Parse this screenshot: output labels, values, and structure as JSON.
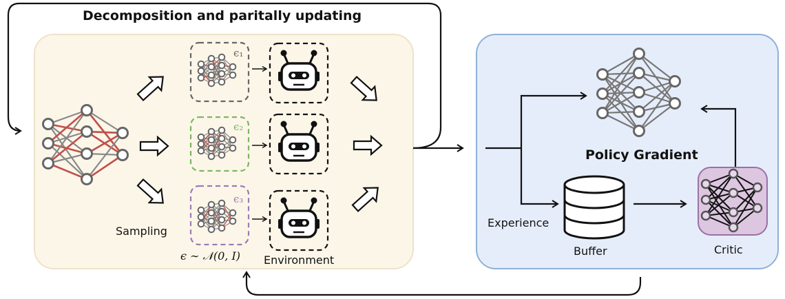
{
  "title": "Decomposition and paritally updating",
  "labels": {
    "sampling": "Sampling",
    "environment": "Environment",
    "distribution": "ϵ ∼ 𝒩(0, I)",
    "policy_gradient": "Policy Gradient",
    "experience": "Experience",
    "buffer": "Buffer",
    "critic": "Critic"
  },
  "epsilons": [
    {
      "text": "ϵ₁",
      "color": "#666666"
    },
    {
      "text": "ϵ₂",
      "color": "#7bb661"
    },
    {
      "text": "ϵ₃",
      "color": "#9b7cb6"
    }
  ],
  "colors": {
    "left_panel_fill": "#fcf6e8",
    "left_panel_stroke": "#ece3c8",
    "right_panel_fill": "#e6edfa",
    "right_panel_stroke": "#8fb0d6",
    "critic_fill": "#dcc6e0",
    "critic_stroke": "#9b6fa8",
    "highlight_edge": "#c0504d",
    "node_stroke": "#555555",
    "edge_gray": "#777777"
  },
  "icons": [
    "neural-network-icon",
    "robot-icon",
    "database-icon",
    "hollow-arrow-icon"
  ]
}
